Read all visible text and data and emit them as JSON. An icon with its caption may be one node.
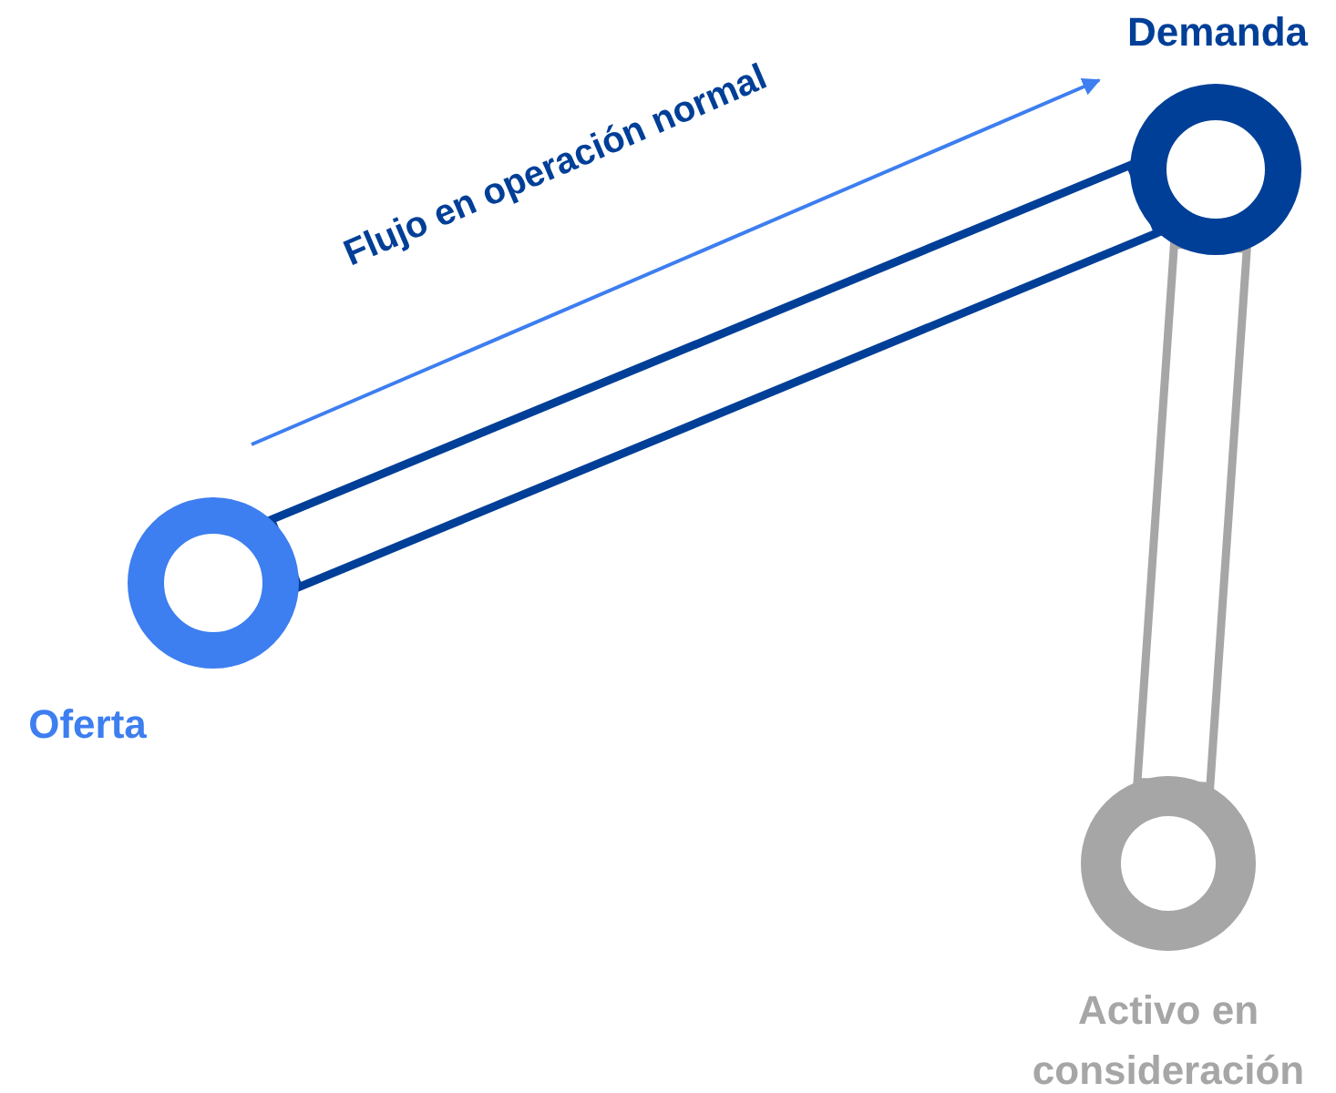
{
  "diagram": {
    "nodes": [
      {
        "text": [
          "Demanda"
        ]
      },
      {
        "text": [
          "Oferta"
        ]
      },
      {
        "text": [
          "Activo en consideración"
        ]
      }
    ],
    "edges": [
      {
        "from": 1,
        "to": 0,
        "arrow": "none"
      },
      {
        "from": 0,
        "to": 2,
        "arrow": "none",
        "color": "#a6a6a6"
      }
    ],
    "labels": [
      "Flujo en operación normal"
    ]
  }
}
